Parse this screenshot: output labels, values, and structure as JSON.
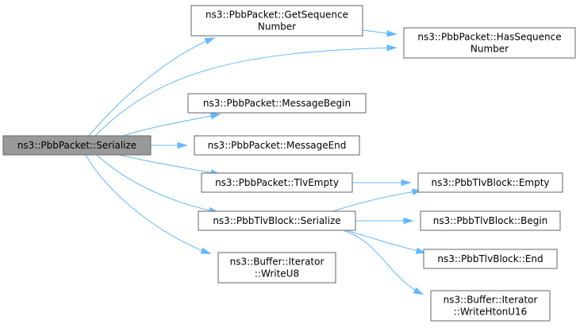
{
  "diagram": {
    "colors": {
      "edge": "#63b8ff",
      "node_border": "#666666",
      "root_fill": "#999999",
      "node_fill": "#ffffff"
    },
    "nodes": [
      {
        "id": "serialize",
        "lines": [
          "ns3::PbbPacket::Serialize"
        ],
        "root": true
      },
      {
        "id": "getseq",
        "lines": [
          "ns3::PbbPacket::GetSequence",
          "Number"
        ]
      },
      {
        "id": "hasseq",
        "lines": [
          "ns3::PbbPacket::HasSequence",
          "Number"
        ]
      },
      {
        "id": "msgbegin",
        "lines": [
          "ns3::PbbPacket::MessageBegin"
        ]
      },
      {
        "id": "msgend",
        "lines": [
          "ns3::PbbPacket::MessageEnd"
        ]
      },
      {
        "id": "tlvempty",
        "lines": [
          "ns3::PbbPacket::TlvEmpty"
        ]
      },
      {
        "id": "tlvserialize",
        "lines": [
          "ns3::PbbTlvBlock::Serialize"
        ]
      },
      {
        "id": "writeu8",
        "lines": [
          "ns3::Buffer::Iterator",
          "::WriteU8"
        ]
      },
      {
        "id": "empty",
        "lines": [
          "ns3::PbbTlvBlock::Empty"
        ]
      },
      {
        "id": "begin",
        "lines": [
          "ns3::PbbTlvBlock::Begin"
        ]
      },
      {
        "id": "end",
        "lines": [
          "ns3::PbbTlvBlock::End"
        ]
      },
      {
        "id": "writehton",
        "lines": [
          "ns3::Buffer::Iterator",
          "::WriteHtonU16"
        ]
      }
    ],
    "edges": [
      {
        "from": "serialize",
        "to": "getseq"
      },
      {
        "from": "serialize",
        "to": "hasseq"
      },
      {
        "from": "serialize",
        "to": "msgbegin"
      },
      {
        "from": "serialize",
        "to": "msgend"
      },
      {
        "from": "serialize",
        "to": "tlvempty"
      },
      {
        "from": "serialize",
        "to": "tlvserialize"
      },
      {
        "from": "serialize",
        "to": "writeu8"
      },
      {
        "from": "getseq",
        "to": "hasseq"
      },
      {
        "from": "tlvempty",
        "to": "empty"
      },
      {
        "from": "tlvserialize",
        "to": "empty"
      },
      {
        "from": "tlvserialize",
        "to": "begin"
      },
      {
        "from": "tlvserialize",
        "to": "end"
      },
      {
        "from": "tlvserialize",
        "to": "writehton"
      }
    ]
  }
}
